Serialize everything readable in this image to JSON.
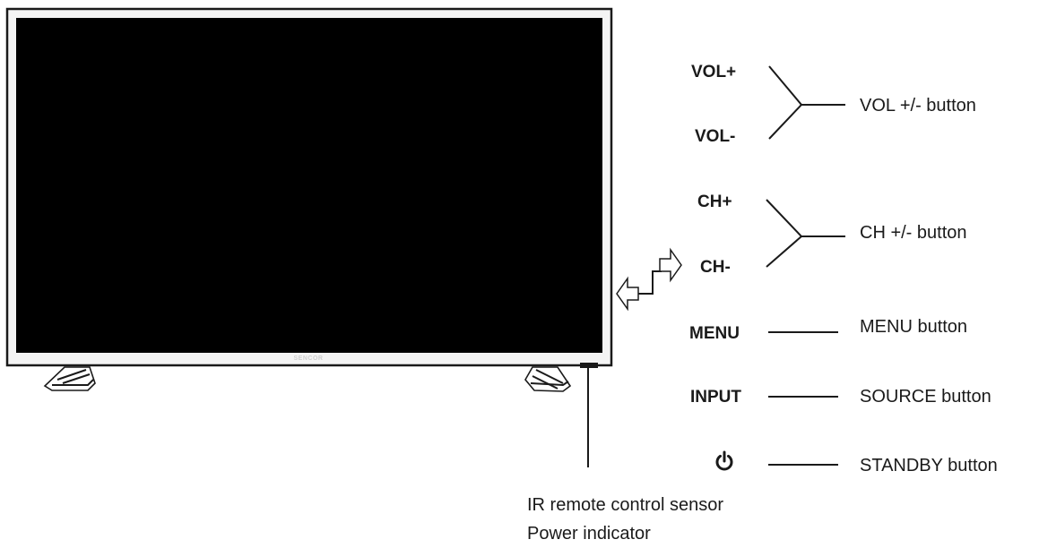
{
  "tv": {
    "brand_logo": "SENCOR"
  },
  "controls": {
    "vol_plus": "VOL+",
    "vol_minus": "VOL-",
    "vol_button": "VOL +/- button",
    "ch_plus": "CH+",
    "ch_minus": "CH-",
    "ch_button": "CH +/- button",
    "menu": "MENU",
    "menu_button": "MENU button",
    "input": "INPUT",
    "source_button": "SOURCE button",
    "standby_icon": "power-icon",
    "standby_button": "STANDBY button"
  },
  "sensor": {
    "line1": "IR remote control sensor",
    "line2": "Power indicator"
  }
}
